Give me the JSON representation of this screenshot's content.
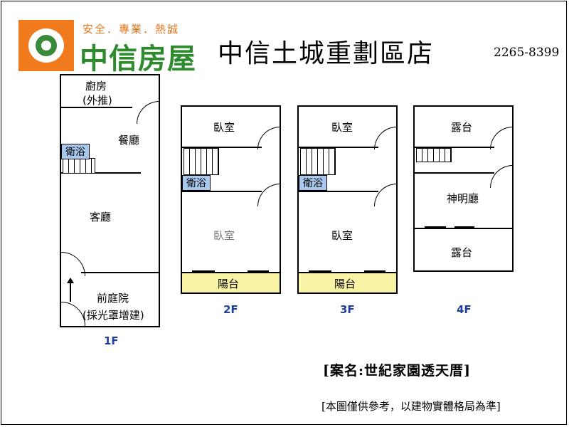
{
  "header": {
    "slogan": "安全．專業．熱誠",
    "brand": "中信房屋",
    "store_name": "中信土城重劃區店",
    "phone": "2265-8399"
  },
  "floors": {
    "f1": {
      "label": "1F",
      "kitchen": "廚房",
      "kitchen_note": "(外推)",
      "dining": "餐廳",
      "bath": "衛浴",
      "living": "客廳",
      "front_yard": "前庭院",
      "front_yard_note": "(採光罩增建)"
    },
    "f2": {
      "label": "2F",
      "bedroom_top": "臥室",
      "bath": "衛浴",
      "bedroom_bottom": "臥室",
      "balcony": "陽台"
    },
    "f3": {
      "label": "3F",
      "bedroom_top": "臥室",
      "bath": "衛浴",
      "bedroom_bottom": "臥室",
      "balcony": "陽台"
    },
    "f4": {
      "label": "4F",
      "terrace_top": "露台",
      "shrine": "神明廳",
      "terrace_bottom": "露台"
    }
  },
  "footer": {
    "case_name": "[案名:世紀家園透天厝]",
    "disclaimer": "[本圖僅供參考，以建物實體格局為準]"
  }
}
